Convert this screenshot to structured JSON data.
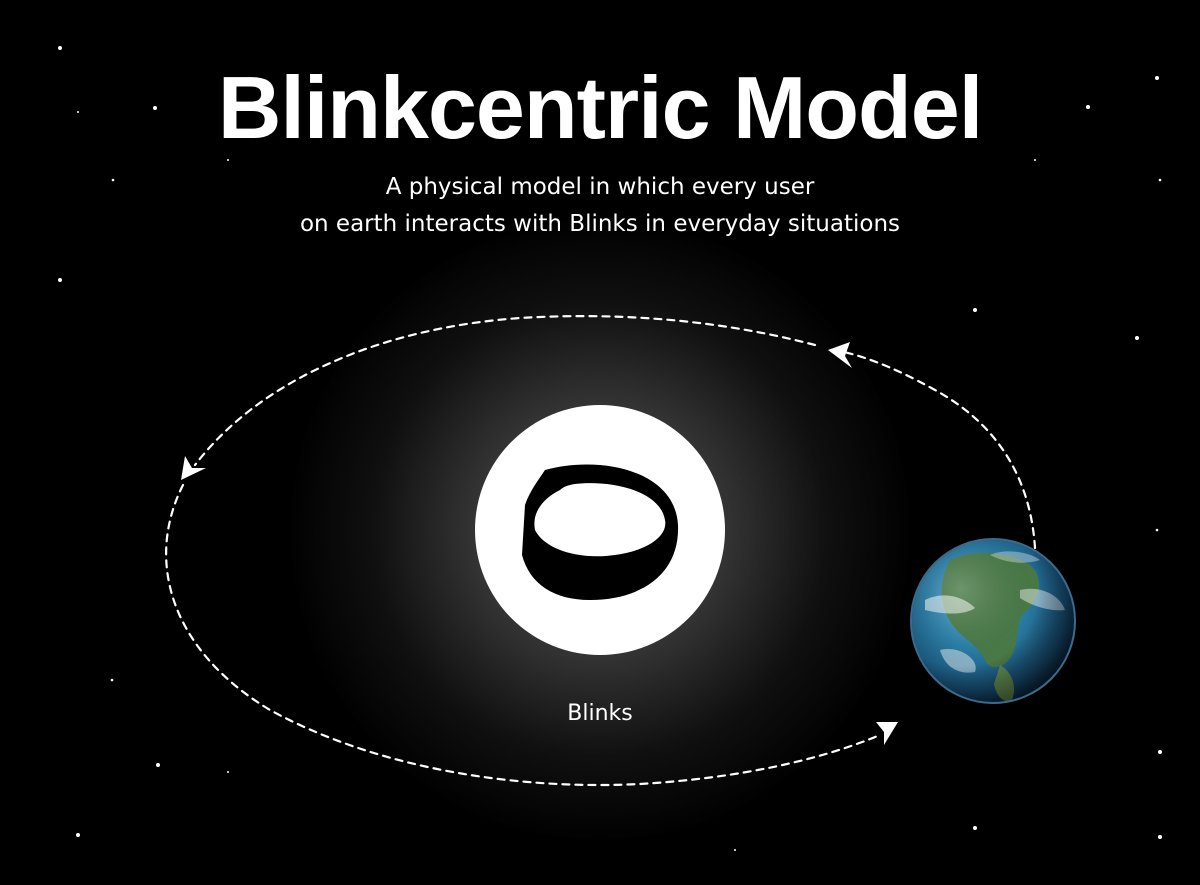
{
  "title": "Blinkcentric Model",
  "subtitle_line1": "A physical model in which every user",
  "subtitle_line2": "on earth interacts with Blinks in everyday situations",
  "center_node": {
    "label": "Blinks",
    "icon": "blinks-logo-icon"
  },
  "orbiting_node": {
    "icon": "earth-globe-icon"
  },
  "orbit": {
    "style": "dashed",
    "direction": "counter-clockwise",
    "arrow_icon": "arrowhead-icon"
  },
  "colors": {
    "background": "#000000",
    "foreground": "#ffffff",
    "ocean": "#1f6f9a",
    "land": "#4e7a3e"
  }
}
